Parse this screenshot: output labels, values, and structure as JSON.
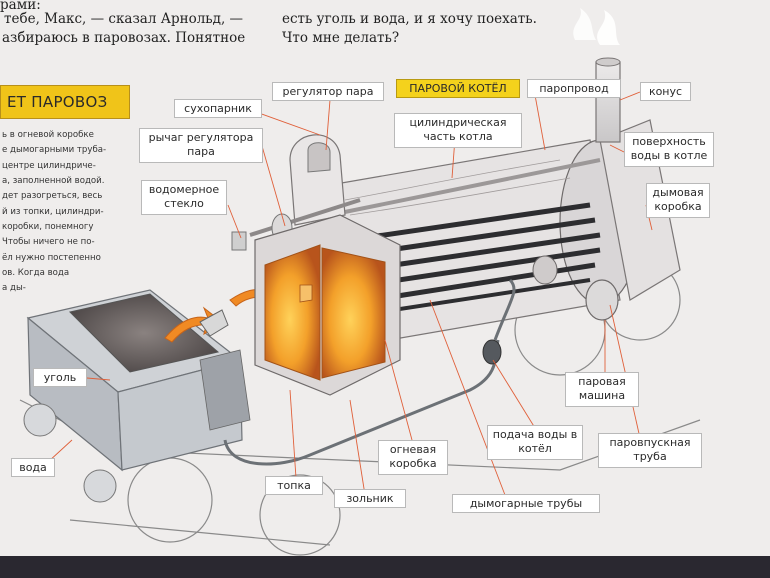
{
  "story": {
    "lines_left": [
      "рами:",
      "тебе, Макс, — сказал Арнольд, —",
      "азбираюсь в паровозах. Понятное"
    ],
    "lines_right": [
      "есть уголь и вода, и я хочу поехать.",
      "Что мне делать?"
    ]
  },
  "section": {
    "title": "ЕТ ПАРОВОЗ",
    "paragraph_lines": [
      "ь в огневой коробке",
      "е дымогарными труба-",
      "центре цилиндриче-",
      "а, заполненной водой.",
      "дет разогреться, весь",
      "й из топки, цилиндри-",
      "коробки, понемногу",
      "Чтобы ничего не по-",
      "ёл нужно постепенно",
      "ов. Когда вода",
      "а ды-"
    ]
  },
  "labels": {
    "suhoparnik": "сухопарник",
    "regulator": "регулятор пара",
    "boiler": "ПАРОВОЙ КОТЁЛ",
    "paroprovod": "паропровод",
    "konus": "конус",
    "lever": "рычаг регулятора пара",
    "cylinder_part": "цилиндрическая часть котла",
    "water_surface": "поверхность воды в котле",
    "gauge": "водомерное стекло",
    "smokebox": "дымовая коробка",
    "coal": "уголь",
    "water": "вода",
    "steam_engine": "паровая машина",
    "feed": "подача воды в котёл",
    "exhaust_pipe": "паровпускная труба",
    "firebox": "огневая коробка",
    "furnace": "топка",
    "ashpan": "зольник",
    "tubes": "дымогарные трубы"
  },
  "colors": {
    "accent": "#f4d21c",
    "leader": "#e0603a",
    "arrow": "#f08a24",
    "fire": "#f3a02a"
  }
}
